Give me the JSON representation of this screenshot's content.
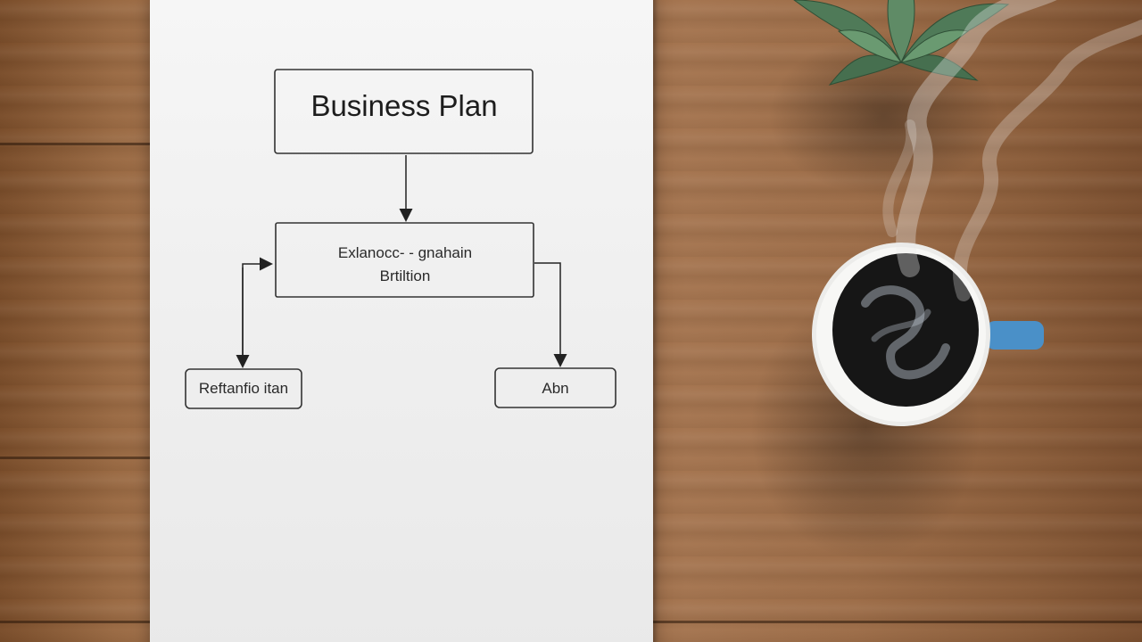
{
  "diagram": {
    "title": "Business Plan",
    "middle_line_1": "Exlanocc- - gnahain",
    "middle_line_2": "Brtiltion",
    "left_box": "Reftanfio itan",
    "right_box": "Abn"
  },
  "scene": {
    "objects": [
      "paper-sheet",
      "succulent-plant",
      "coffee-mug",
      "steam"
    ],
    "colors": {
      "wood": "#9c6a43",
      "paper": "#f1f1f1",
      "mug_body": "#f4f4f2",
      "mug_handle": "#4a90c8",
      "coffee": "#161616",
      "plant": "#4f7a58"
    }
  }
}
